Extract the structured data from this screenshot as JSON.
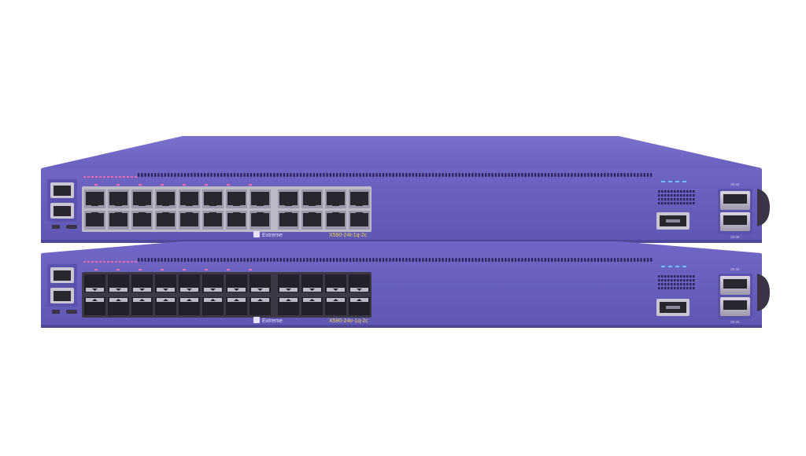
{
  "colors": {
    "chassis": "#6c63c2",
    "chassis_top": "#7168c8",
    "chassis_shadow": "#564ea6",
    "port_dark": "#2a2630",
    "port_metal": "#bdbac8",
    "background": "#ffffff"
  },
  "switches": [
    {
      "brand": "Extreme",
      "model": "X590-24t-1q-2c",
      "port_type": "rj45",
      "qsfp_labels": [
        "25-32"
      ],
      "qsfp_labels_bottom": [
        "33-36"
      ]
    },
    {
      "brand": "Extreme",
      "model": "X590-24x-1q-2c",
      "port_type": "sfp",
      "qsfp_labels": [
        "25-32"
      ],
      "qsfp_labels_bottom": [
        "33-36"
      ]
    }
  ]
}
